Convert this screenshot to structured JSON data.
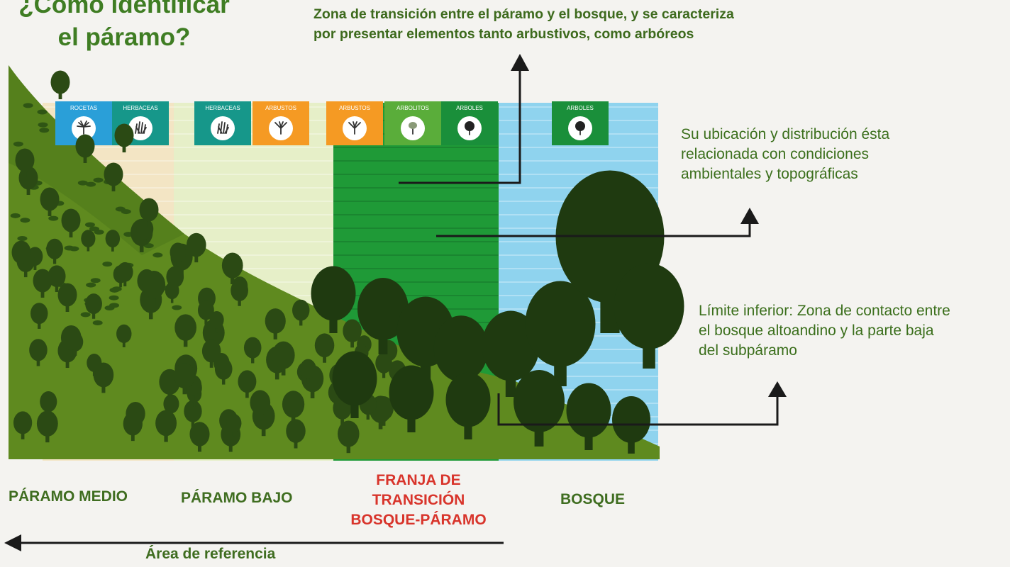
{
  "title": {
    "line1": "¿Cómo identificar",
    "line2": "el páramo?"
  },
  "notes": {
    "transition_line1": "Zona de transición entre el páramo y el bosque, y se caracteriza",
    "transition_line2": "por presentar elementos tanto arbustivos, como arbóreos",
    "location_line1": "Su ubicación  y distribución ésta",
    "location_line2": "relacionada con condiciones",
    "location_line3": "ambientales y topográficas",
    "limit_line1": "Límite inferior: Zona de contacto entre",
    "limit_line2": "el  bosque altoandino y la parte  baja",
    "limit_line3": "del subpáramo"
  },
  "vegetation_tags": [
    {
      "label": "ROCETAS",
      "color": "#2a9fd8",
      "icon": "rosette-icon"
    },
    {
      "label": "HERBACEAS",
      "color": "#16978a",
      "icon": "grass-icon"
    },
    {
      "label": "HERBACEAS",
      "color": "#16978a",
      "icon": "grass-icon"
    },
    {
      "label": "ARBUSTOS",
      "color": "#f59a23",
      "icon": "shrub-icon"
    },
    {
      "label": "ARBUSTOS",
      "color": "#f59a23",
      "icon": "shrub-icon"
    },
    {
      "label": "ARBOLITOS",
      "color": "#5aad3a",
      "icon": "small-tree-icon"
    },
    {
      "label": "ARBOLES",
      "color": "#1a8f3a",
      "icon": "tree-icon"
    },
    {
      "label": "ARBOLES",
      "color": "#1a8f3a",
      "icon": "tree-icon"
    }
  ],
  "zones": {
    "medio": "PÁRAMO MEDIO",
    "bajo": "PÁRAMO BAJO",
    "franja_line1": "FRANJA DE",
    "franja_line2": "TRANSICIÓN",
    "franja_line3": "BOSQUE-PÁRAMO",
    "bosque": "BOSQUE"
  },
  "reference": "Área de referencia",
  "colors": {
    "title_green": "#3f7d23",
    "hill": "#5f8a1f",
    "dark_tree": "#243f12",
    "band_cream": "#f3e5c4",
    "band_light": "#e6efc8",
    "band_green": "#1f9a37",
    "band_blue": "#8fd3ee",
    "franja_red": "#d8342b"
  }
}
